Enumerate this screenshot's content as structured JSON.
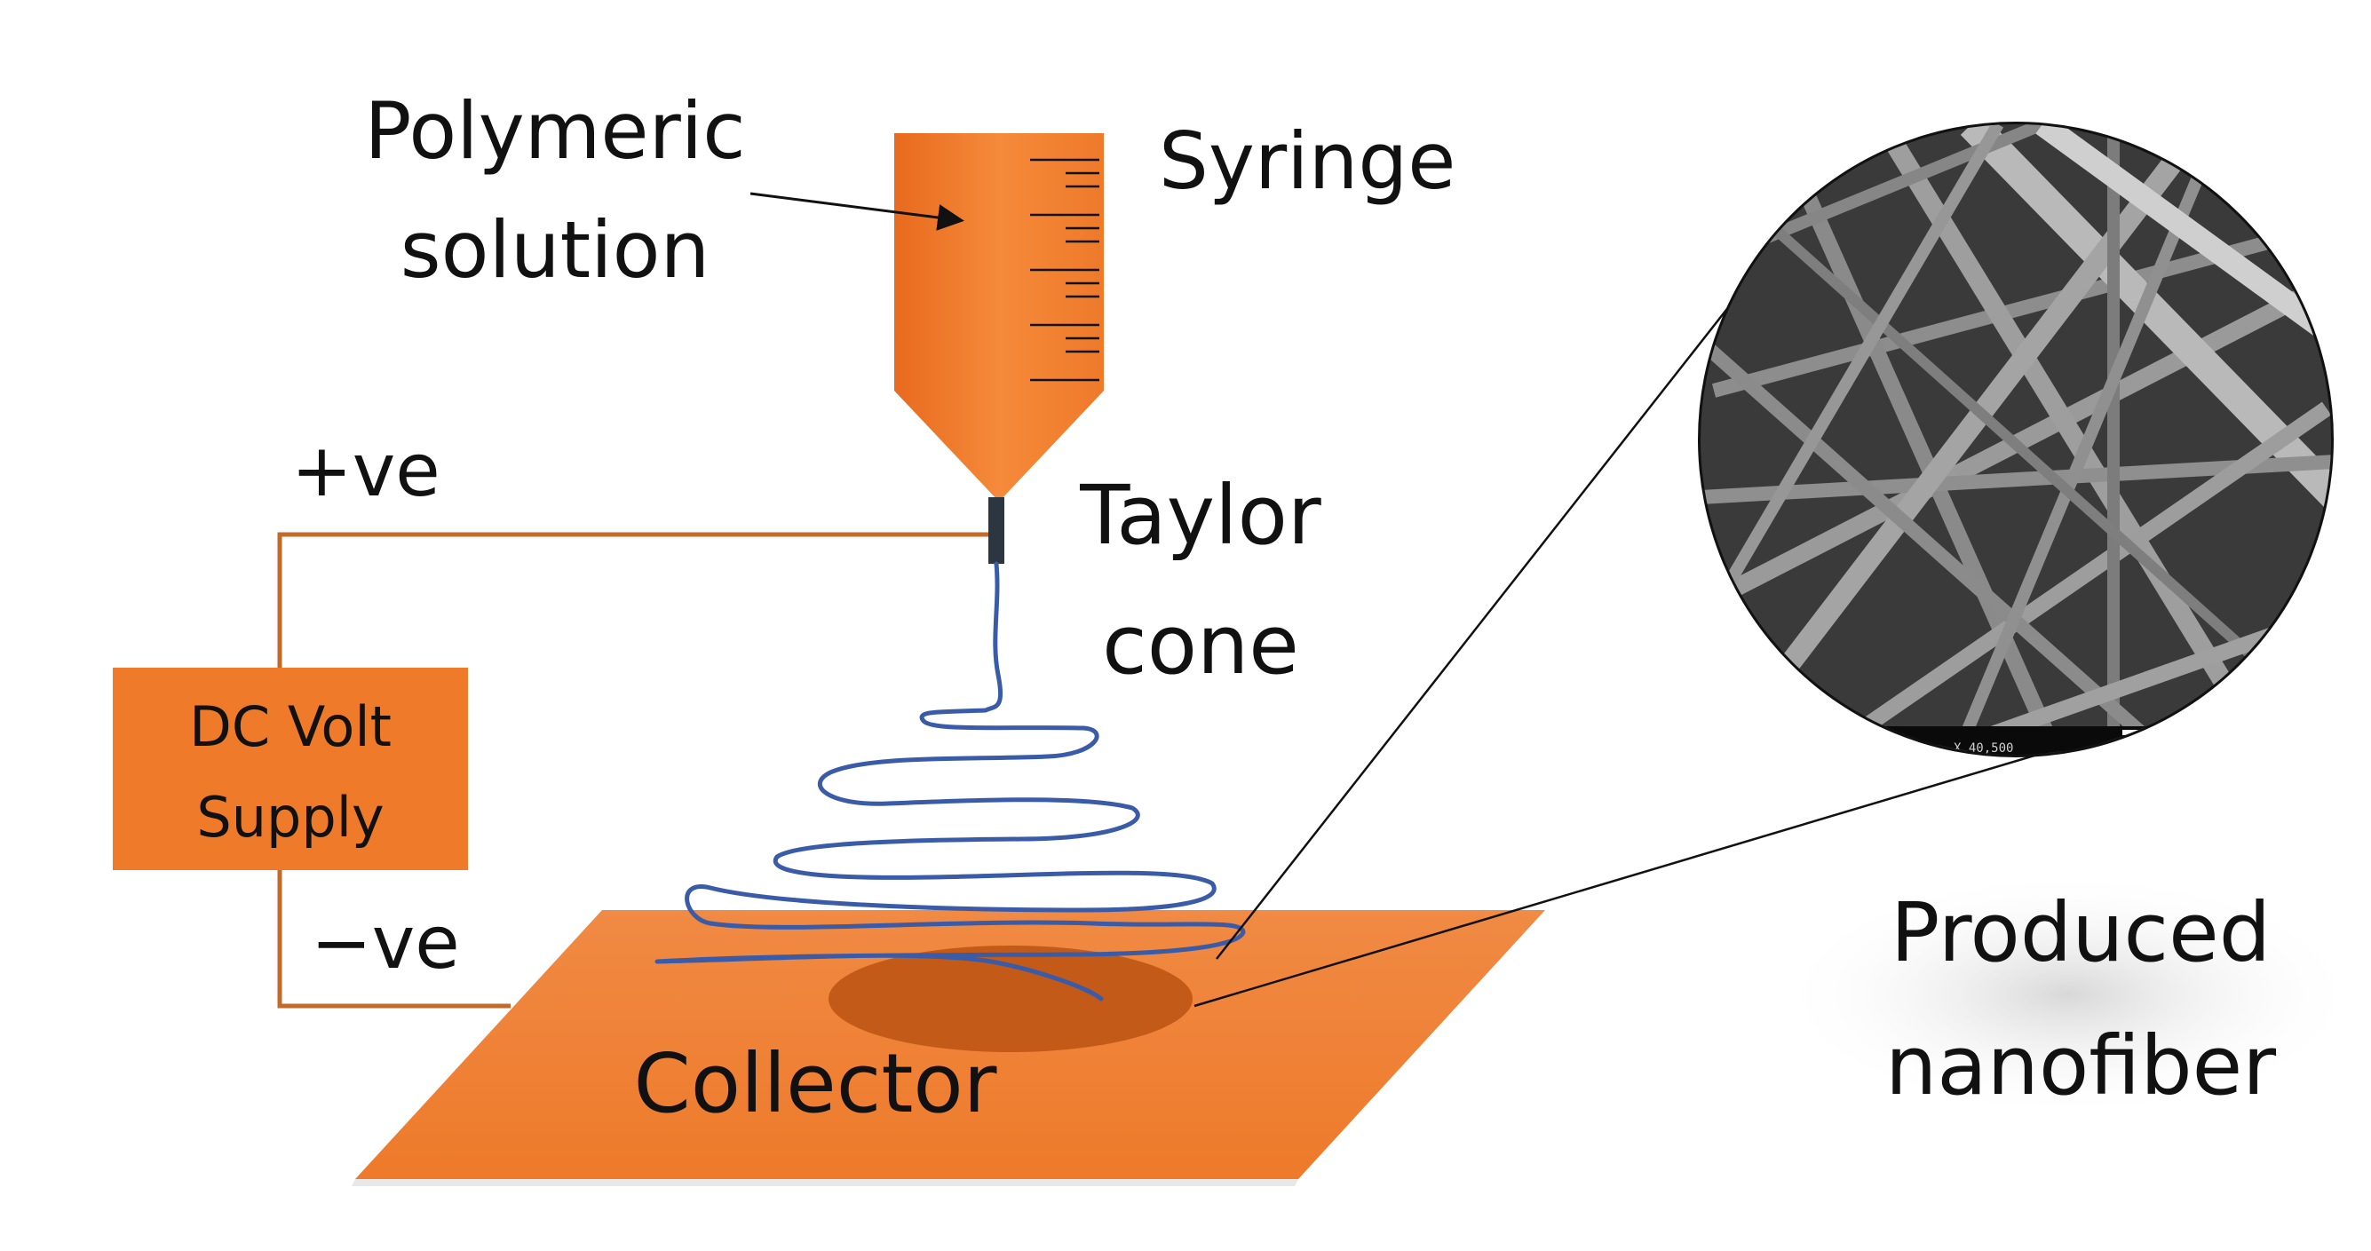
{
  "labels": {
    "polymeric_line1": "Polymeric",
    "polymeric_line2": "solution",
    "syringe": "Syringe",
    "positive": "+ve",
    "negative": "−ve",
    "taylor_line1": "Taylor",
    "taylor_line2": "cone",
    "supply_line1": "DC Volt",
    "supply_line2": "Supply",
    "collector": "Collector",
    "produced_line1": "Produced",
    "produced_line2": "nanofiber",
    "sem_scale": "X 40,500"
  },
  "colors": {
    "orange": "#F07F2E",
    "orange_dark": "#C8601B",
    "wire": "#C26A2A",
    "fiber": "#3A5CA8",
    "needle": "#2B3640",
    "sem_bg": "#3a3a3a",
    "text": "#111111"
  },
  "icons": {
    "syringe": "syringe-icon",
    "arrow": "arrow-icon",
    "magnifier": "sem-inset-icon"
  }
}
